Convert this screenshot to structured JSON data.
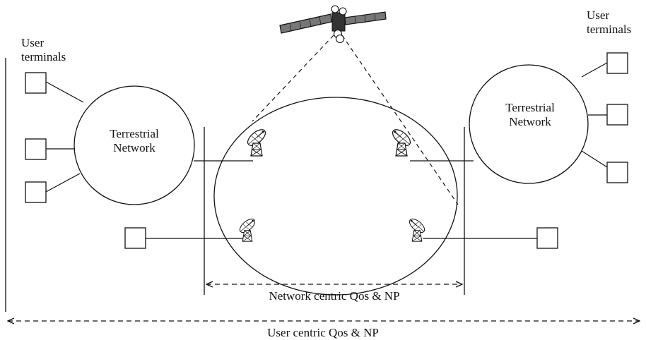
{
  "labels": {
    "user_terminals_left": [
      "User",
      "terminals"
    ],
    "user_terminals_right": [
      "User",
      "terminals"
    ],
    "terrestrial_left": [
      "Terrestrial",
      "Network"
    ],
    "terrestrial_right": [
      "Terrestrial",
      "Network"
    ],
    "network_centric": "Network centric Qos & NP",
    "user_centric": "User centric Qos & NP"
  },
  "colors": {
    "line": "#111111",
    "panel": "#777777",
    "panel_dark": "#333333"
  }
}
